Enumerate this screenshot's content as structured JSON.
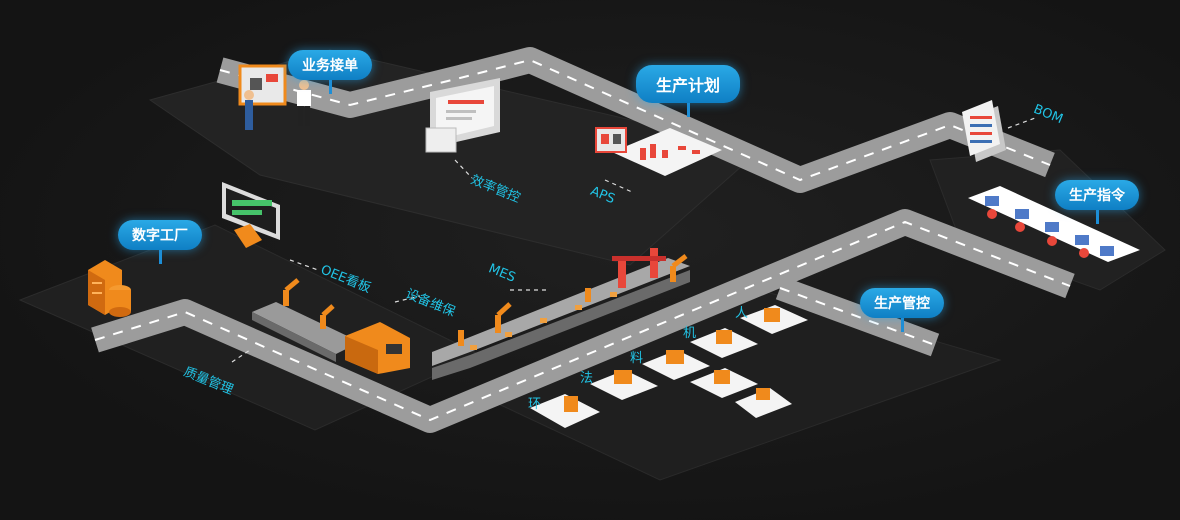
{
  "callouts": {
    "business_order": "业务接单",
    "production_plan": "生产计划",
    "digital_factory": "数字工厂",
    "production_command": "生产指令",
    "production_control": "生产管控"
  },
  "labels": {
    "bom": "BOM",
    "aps": "APS",
    "mes": "MES",
    "oee_board": "OEE看板",
    "equipment_maint": "设备维保",
    "quality_mgmt": "质量管理",
    "efficiency_ctrl": "效率管控",
    "man": "人",
    "machine": "机",
    "material": "料",
    "method": "法",
    "environment": "环"
  },
  "colors": {
    "callout_blue": "#1b8fd8",
    "label_cyan": "#21c4e6",
    "accent_orange": "#f08a1c",
    "accent_red": "#e8473a",
    "road_gray": "#9c9c9c",
    "platform_dark": "#222222"
  },
  "icons": [
    "server-stack-icon",
    "database-icon",
    "monitor-icon",
    "document-stack-icon",
    "robot-arm-icon",
    "conveyor-icon",
    "workstation-icon"
  ]
}
